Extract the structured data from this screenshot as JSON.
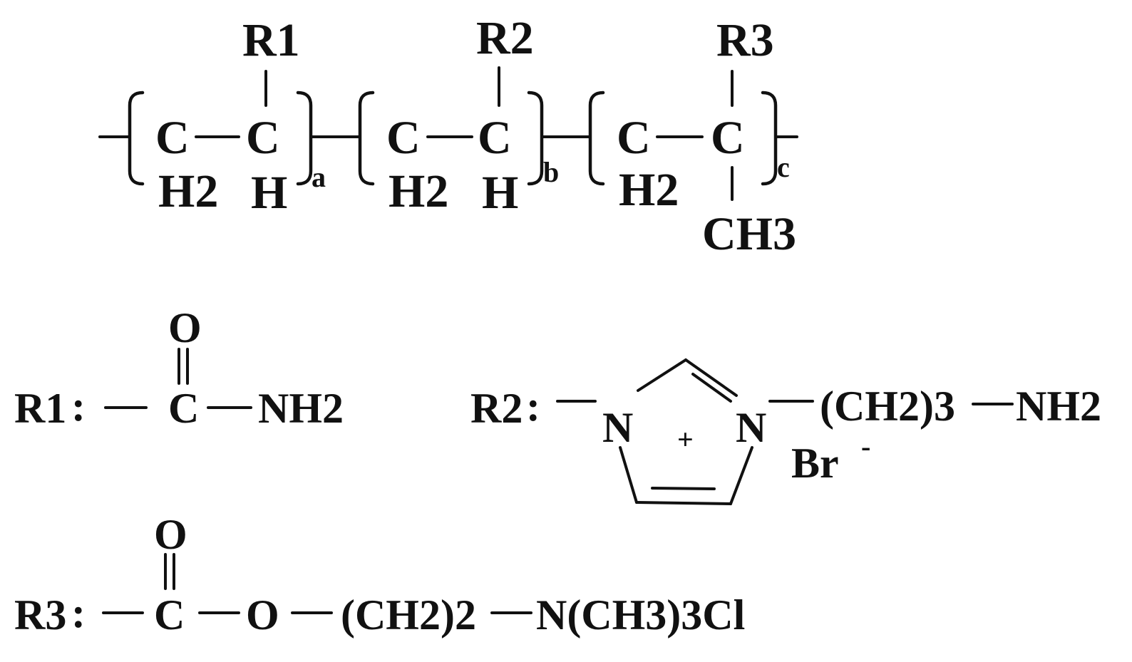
{
  "backbone": {
    "unit_a": {
      "substituent": "R1",
      "methylene": "H2",
      "methine_h": "H",
      "carbon_left": "C",
      "carbon_right": "C",
      "subscript": "a"
    },
    "unit_b": {
      "substituent": "R2",
      "methylene": "H2",
      "methine_h": "H",
      "carbon_left": "C",
      "carbon_right": "C",
      "subscript": "b"
    },
    "unit_c": {
      "substituent": "R3",
      "methylene": "H2",
      "methyl": "CH3",
      "carbon_left": "C",
      "carbon_right": "C",
      "subscript": "c"
    }
  },
  "r1": {
    "label": "R1",
    "colon": ":",
    "oxygen": "O",
    "carbon": "C",
    "amine": "NH2"
  },
  "r2": {
    "label": "R2",
    "colon": ":",
    "n1": "N",
    "n3": "N",
    "charge": "+",
    "chain": "(CH2)3",
    "amine": "NH2",
    "counterion": "Br",
    "counterion_charge": "-"
  },
  "r3": {
    "label": "R3",
    "colon": ":",
    "oxygen_top": "O",
    "carbon": "C",
    "ester_oxygen": "O",
    "chain": "(CH2)2",
    "ammonium": "N(CH3)3Cl"
  }
}
